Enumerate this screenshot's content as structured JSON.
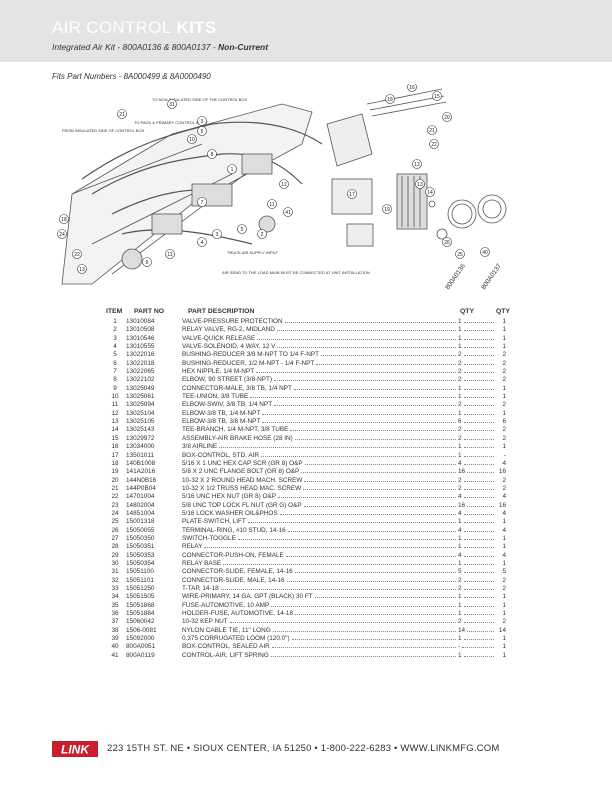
{
  "header": {
    "title_a": "AIR CONTROL",
    "title_b": "KITS",
    "subtitle_a": "Integrated Air Kit - 800A0136 & 800A0137 - ",
    "subtitle_b": "Non-Current"
  },
  "fits": "Fits Part Numbers - 8A000499 & 8A0000490",
  "callouts": {
    "to_non_insulated": "TO NON-INSULATED SIDE OF THE CONTROL BOX",
    "to_pack": "TO PACK & PRIMARY CONTROL INPUT",
    "from_insulated": "FROM INSULATED SIDE OF CONTROL BOX",
    "truck_air": "TRUCK AIR SUPPLY INPUT",
    "air_send": "AIR SEND TO THE LOAD MAIN MUST BE CONNECTED AT UNIT INSTALLATION"
  },
  "col_heads": {
    "kit1": "800A0136",
    "kit2": "800A0137"
  },
  "table_head": {
    "item": "ITEM",
    "part": "PART NO",
    "desc": "PART DESCRIPTION",
    "q1": "QTY",
    "q2": "QTY"
  },
  "rows": [
    {
      "item": "1",
      "part": "13010084",
      "desc": "VALVE-PRESSURE PROTECTION",
      "q1": "1",
      "q2": "1"
    },
    {
      "item": "2",
      "part": "13010508",
      "desc": "RELAY VALVE, RG-2, MIDLAND",
      "q1": "1",
      "q2": "1"
    },
    {
      "item": "3",
      "part": "13010546",
      "desc": "VALVE-QUICK RELEASE",
      "q1": "1",
      "q2": "1"
    },
    {
      "item": "4",
      "part": "13010555",
      "desc": "VALVE-SOLENOID, 4 WAY, 12 V",
      "q1": "1",
      "q2": "1"
    },
    {
      "item": "5",
      "part": "13022016",
      "desc": "BUSHING-REDUCER 3/8 M-NPT TO 1/4 F-NPT",
      "q1": "2",
      "q2": "2"
    },
    {
      "item": "6",
      "part": "13022018",
      "desc": "BUSHING-REDUCER, 1/2 M-NPT - 1/4 F-NPT",
      "q1": "2",
      "q2": "2"
    },
    {
      "item": "7",
      "part": "13022065",
      "desc": "HEX NIPPLE, 1/4 M-NPT",
      "q1": "2",
      "q2": "2"
    },
    {
      "item": "8",
      "part": "13022102",
      "desc": "ELBOW, 90 STREET (3/8-NPT)",
      "q1": "2",
      "q2": "2"
    },
    {
      "item": "9",
      "part": "13025049",
      "desc": "CONNECTOR-MALE, 3/8 TB, 1/4 NPT",
      "q1": "1",
      "q2": "1"
    },
    {
      "item": "10",
      "part": "13025061",
      "desc": "TEE-UNION, 3/8 TUBE",
      "q1": "1",
      "q2": "1"
    },
    {
      "item": "11",
      "part": "13025094",
      "desc": "ELBOW-SWIV, 3/8 TB, 1/4 NPT",
      "q1": "2",
      "q2": "2"
    },
    {
      "item": "12",
      "part": "13025104",
      "desc": "ELBOW-3/8 TB, 1/4 M-NPT",
      "q1": "1",
      "q2": "1"
    },
    {
      "item": "13",
      "part": "13025105",
      "desc": "ELBOW-3/8 TB, 3/8 M-NPT",
      "q1": "6",
      "q2": "6"
    },
    {
      "item": "14",
      "part": "13025143",
      "desc": "TEE-BRANCH, 1/4 M-NPT, 3/8 TUBE",
      "q1": "2",
      "q2": "2"
    },
    {
      "item": "15",
      "part": "13029972",
      "desc": "ASSEMBLY-AIR BRAKE HOSE (28 IN)",
      "q1": "2",
      "q2": "2"
    },
    {
      "item": "16",
      "part": "13034000",
      "desc": "3/8 AIRLINE",
      "q1": "1",
      "q2": "1"
    },
    {
      "item": "17",
      "part": "13501011",
      "desc": "BOX-CONTROL, STD. AIR",
      "q1": "1",
      "q2": "-"
    },
    {
      "item": "18",
      "part": "140B1008",
      "desc": "5/16 X 1 UNC HEX CAP SCR (GR 8) O&P",
      "q1": "4",
      "q2": "4"
    },
    {
      "item": "19",
      "part": "141A2016",
      "desc": "5/8 X 2 UNC FLANGE BOLT (GR 8) O&P",
      "q1": "16",
      "q2": "16"
    },
    {
      "item": "20",
      "part": "144N0B16",
      "desc": "10-32 X 2 ROUND HEAD MACH. SCREW",
      "q1": "2",
      "q2": "2"
    },
    {
      "item": "21",
      "part": "144P0B04",
      "desc": "10-32 X 1/2 TRUSS HEAD MAC. SCREW",
      "q1": "2",
      "q2": "2"
    },
    {
      "item": "22",
      "part": "14701004",
      "desc": "5/16 UNC HEX NUT (GR 8) O&P",
      "q1": "4",
      "q2": "4"
    },
    {
      "item": "23",
      "part": "14802004",
      "desc": "5/8 UNC TOP LOCK FL NUT (GR G) O&P",
      "q1": "16",
      "q2": "16"
    },
    {
      "item": "24",
      "part": "14851004",
      "desc": "5/16 LOCK WASHER OIL&PHOS",
      "q1": "4",
      "q2": "4"
    },
    {
      "item": "25",
      "part": "15001318",
      "desc": "PLATE-SWITCH, LIFT",
      "q1": "1",
      "q2": "1"
    },
    {
      "item": "26",
      "part": "15050055",
      "desc": "TERMINAL-RING, #10 STUD, 14-16",
      "q1": "4",
      "q2": "4"
    },
    {
      "item": "27",
      "part": "15050350",
      "desc": "SWITCH-TOGGLE",
      "q1": "1",
      "q2": "1"
    },
    {
      "item": "28",
      "part": "15050351",
      "desc": "RELAY",
      "q1": "1",
      "q2": "1"
    },
    {
      "item": "29",
      "part": "15050353",
      "desc": "CONNECTOR-PUSH-ON, FEMALE",
      "q1": "4",
      "q2": "4"
    },
    {
      "item": "30",
      "part": "15050354",
      "desc": "RELAY BASE",
      "q1": "1",
      "q2": "1"
    },
    {
      "item": "31",
      "part": "15051100",
      "desc": "CONNECTOR-SLIDE, FEMALE, 14-16",
      "q1": "5",
      "q2": "5"
    },
    {
      "item": "32",
      "part": "15051101",
      "desc": "CONNECTOR-SLIDE, MALE, 14-16",
      "q1": "2",
      "q2": "2"
    },
    {
      "item": "33",
      "part": "15051250",
      "desc": "T-TAP, 14-18",
      "q1": "2",
      "q2": "2"
    },
    {
      "item": "34",
      "part": "15051505",
      "desc": "WIRE-PRIMARY, 14 GA. GPT (BLACK) 30 FT",
      "q1": "1",
      "q2": "1"
    },
    {
      "item": "35",
      "part": "15051868",
      "desc": "FUSE-AUTOMOTIVE, 10 AMP",
      "q1": "1",
      "q2": "1"
    },
    {
      "item": "36",
      "part": "15051884",
      "desc": "HOLDER-FUSE, AUTOMOTIVE, 14-18",
      "q1": "1",
      "q2": "1"
    },
    {
      "item": "37",
      "part": "15060042",
      "desc": "10-32 KEP NUT",
      "q1": "2",
      "q2": "2"
    },
    {
      "item": "38",
      "part": "1506-0081",
      "desc": "NYLON CABLE TIE, 11\" LONG",
      "q1": "14",
      "q2": "14"
    },
    {
      "item": "39",
      "part": "15092000",
      "desc": "0.375 CORRUGATED LOOM (120.0\")",
      "q1": "1",
      "q2": "1"
    },
    {
      "item": "40",
      "part": "800A0051",
      "desc": "BOX-CONTROL, SEALED AIR",
      "q1": "-",
      "q2": "1"
    },
    {
      "item": "41",
      "part": "800A0119",
      "desc": "CONTROL-AIR, LIFT SPRING",
      "q1": "1",
      "q2": "1"
    }
  ],
  "footer": {
    "logo": "LINK",
    "address": "223 15TH ST. NE • SIOUX CENTER, IA 51250 • 1-800-222-6283 • WWW.LINKMFG.COM"
  },
  "colors": {
    "header_bg": "#e4e4e4",
    "brand_red": "#c8202f"
  }
}
